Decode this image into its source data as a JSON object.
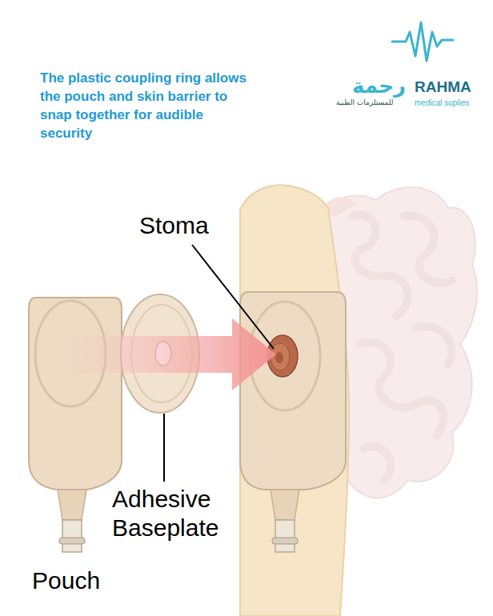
{
  "diagram": {
    "title": "The plastic coupling ring allows the pouch and skin barrier to snap together for audible security",
    "labels": [
      "رحمة",
      "RAHMA",
      "للمستلزمات الطبية",
      "medical suplies",
      "Stoma",
      "Adhesive Baseplate",
      "Pouch"
    ]
  }
}
